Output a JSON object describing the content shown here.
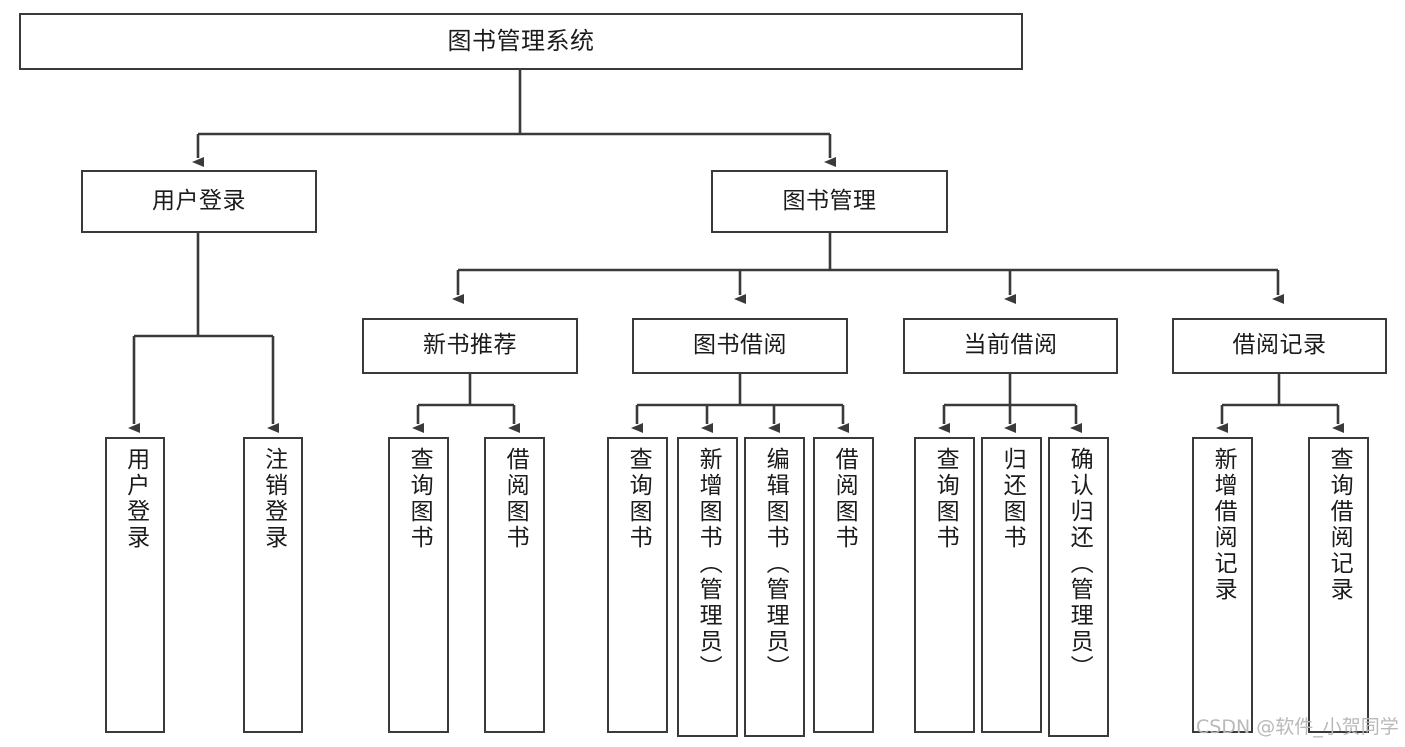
{
  "diagram": {
    "title": "图书管理系统",
    "type": "hierarchy-tree",
    "root": {
      "label": "图书管理系统"
    },
    "level2": [
      {
        "label": "用户登录"
      },
      {
        "label": "图书管理"
      }
    ],
    "level3": [
      {
        "label": "新书推荐"
      },
      {
        "label": "图书借阅"
      },
      {
        "label": "当前借阅"
      },
      {
        "label": "借阅记录"
      }
    ],
    "leaves": {
      "user_login": [
        {
          "label": "用户登录"
        },
        {
          "label": "注销登录"
        }
      ],
      "new_book_recommend": [
        {
          "label": "查询图书"
        },
        {
          "label": "借阅图书"
        }
      ],
      "book_borrow": [
        {
          "label": "查询图书"
        },
        {
          "label": "新增图书（管理员）"
        },
        {
          "label": "编辑图书（管理员）"
        },
        {
          "label": "借阅图书"
        }
      ],
      "current_borrow": [
        {
          "label": "查询图书"
        },
        {
          "label": "归还图书"
        },
        {
          "label": "确认归还（管理员）"
        }
      ],
      "borrow_record": [
        {
          "label": "新增借阅记录"
        },
        {
          "label": "查询借阅记录"
        }
      ]
    },
    "watermark": "CSDN @软件_小贺同学",
    "colors": {
      "stroke": "#3a3a3a",
      "background": "#ffffff",
      "text": "#1b1b1b",
      "watermark": "#b9b9b9"
    }
  }
}
